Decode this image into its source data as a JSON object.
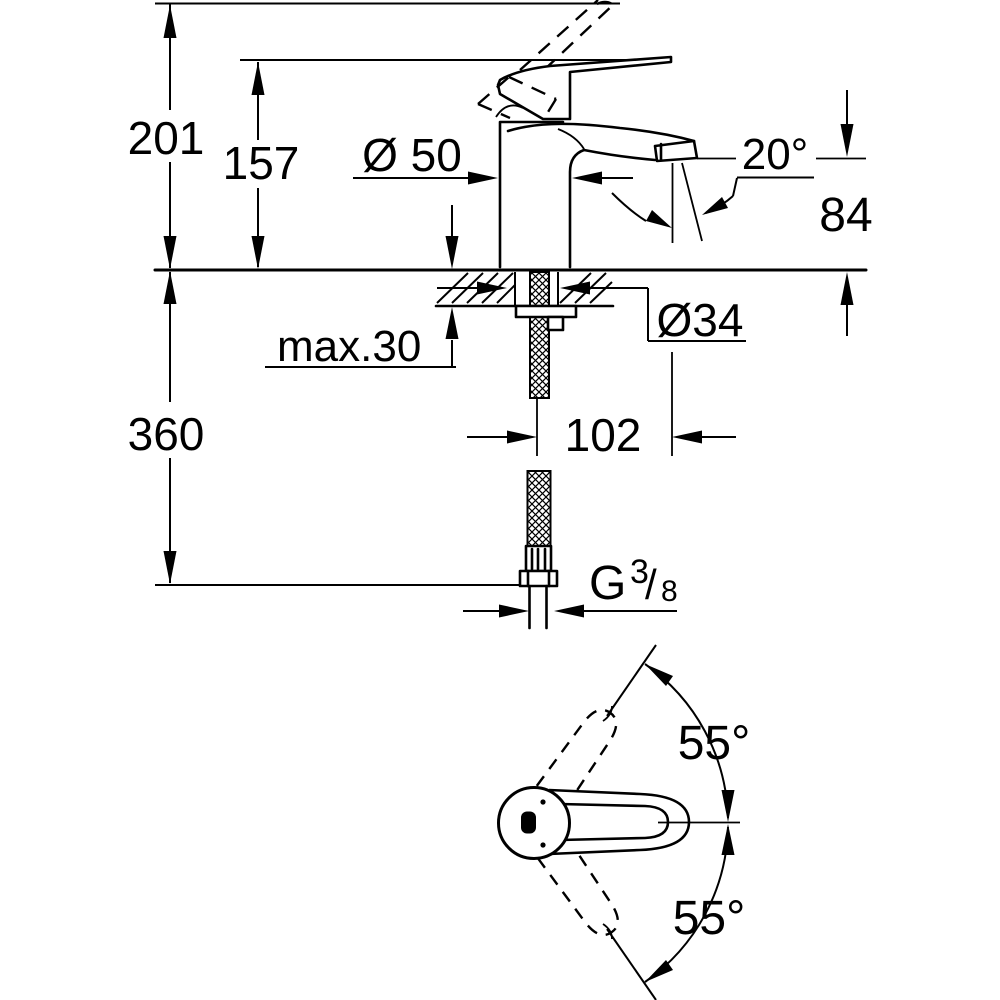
{
  "drawing": {
    "type": "faucet installation dimension drawing",
    "colors": {
      "line": "#000000",
      "background": "#ffffff"
    },
    "labels": {
      "overall_height": "201",
      "height_to_lever": "157",
      "body_diameter": "Ø 50",
      "spray_angle": "20°",
      "spout_height": "84",
      "deck_thickness": "max.30",
      "hole_diameter": "Ø34",
      "hose_length": "360",
      "spout_reach": "102",
      "thread_g": "G",
      "thread_numerator": "3",
      "thread_slash": "/",
      "thread_denominator": "8",
      "handle_swivel_upper": "55°",
      "handle_swivel_lower": "55°"
    }
  }
}
